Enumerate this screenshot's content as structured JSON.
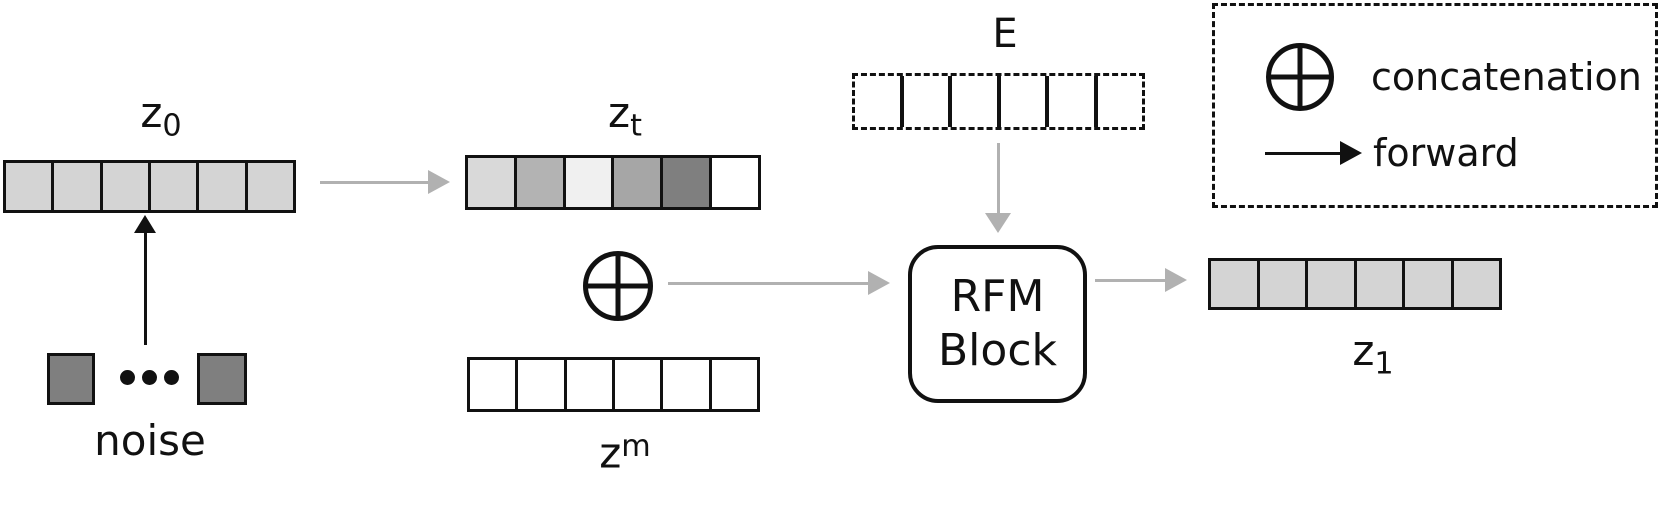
{
  "colors": {
    "ink": "#111111",
    "arrow_gray": "#b1b1b1",
    "cell_light": "#d4d4d4",
    "noise_gray": "#7f7f7f",
    "background": "#ffffff"
  },
  "figure": {
    "noise": {
      "label": "noise",
      "square_color": "#7f7f7f"
    },
    "embedding": {
      "label": "E"
    },
    "rfm_block": {
      "line1": "RFM",
      "line2": "Block"
    },
    "vectors": {
      "z0": {
        "label_base": "z",
        "label_sub": "0",
        "cells": [
          "#d4d4d4",
          "#d4d4d4",
          "#d4d4d4",
          "#d4d4d4",
          "#d4d4d4",
          "#d4d4d4"
        ]
      },
      "zt": {
        "label_base": "z",
        "label_sub": "t",
        "cells": [
          "#d9d9d9",
          "#b3b3b3",
          "#f0f0f0",
          "#a6a6a6",
          "#7f7f7f",
          "#ffffff"
        ]
      },
      "zm": {
        "label_base": "z",
        "label_sup": "m",
        "cells": [
          "#ffffff",
          "#ffffff",
          "#ffffff",
          "#ffffff",
          "#ffffff",
          "#ffffff"
        ]
      },
      "z1": {
        "label_base": "z",
        "label_sub": "1",
        "cells": [
          "#d4d4d4",
          "#d4d4d4",
          "#d4d4d4",
          "#d4d4d4",
          "#d4d4d4",
          "#d4d4d4"
        ]
      },
      "e": {
        "cells": [
          "",
          "",
          "",
          "",
          "",
          ""
        ]
      }
    }
  },
  "legend": {
    "items": [
      {
        "symbol": "concatenation-icon",
        "label": "concatenation"
      },
      {
        "symbol": "forward-arrow-icon",
        "label": "forward"
      }
    ]
  }
}
